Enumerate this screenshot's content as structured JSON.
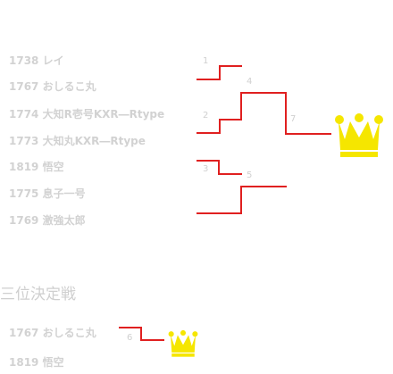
{
  "main_bracket": {
    "players": [
      {
        "label": "1738 レイ"
      },
      {
        "label": "1767 おしるこ丸"
      },
      {
        "label": "1774 大知R壱号KXR―Rtype"
      },
      {
        "label": "1773 大知丸KXR―Rtype"
      },
      {
        "label": "1819 悟空"
      },
      {
        "label": "1775 息子一号"
      },
      {
        "label": "1769 激強太郎"
      }
    ],
    "matches": [
      {
        "number": "1"
      },
      {
        "number": "2"
      },
      {
        "number": "3"
      },
      {
        "number": "4"
      },
      {
        "number": "5"
      },
      {
        "number": "7"
      }
    ],
    "champion_icon": "crown-icon"
  },
  "third_place": {
    "title": "三位決定戦",
    "players": [
      {
        "label": "1767 おしるこ丸"
      },
      {
        "label": "1819 悟空"
      }
    ],
    "match": {
      "number": "6"
    },
    "winner_icon": "crown-icon"
  },
  "colors": {
    "line": "#e02020",
    "crown": "#f5e600",
    "crown_shade": "#e6c800",
    "text": "#d2d2d2"
  }
}
